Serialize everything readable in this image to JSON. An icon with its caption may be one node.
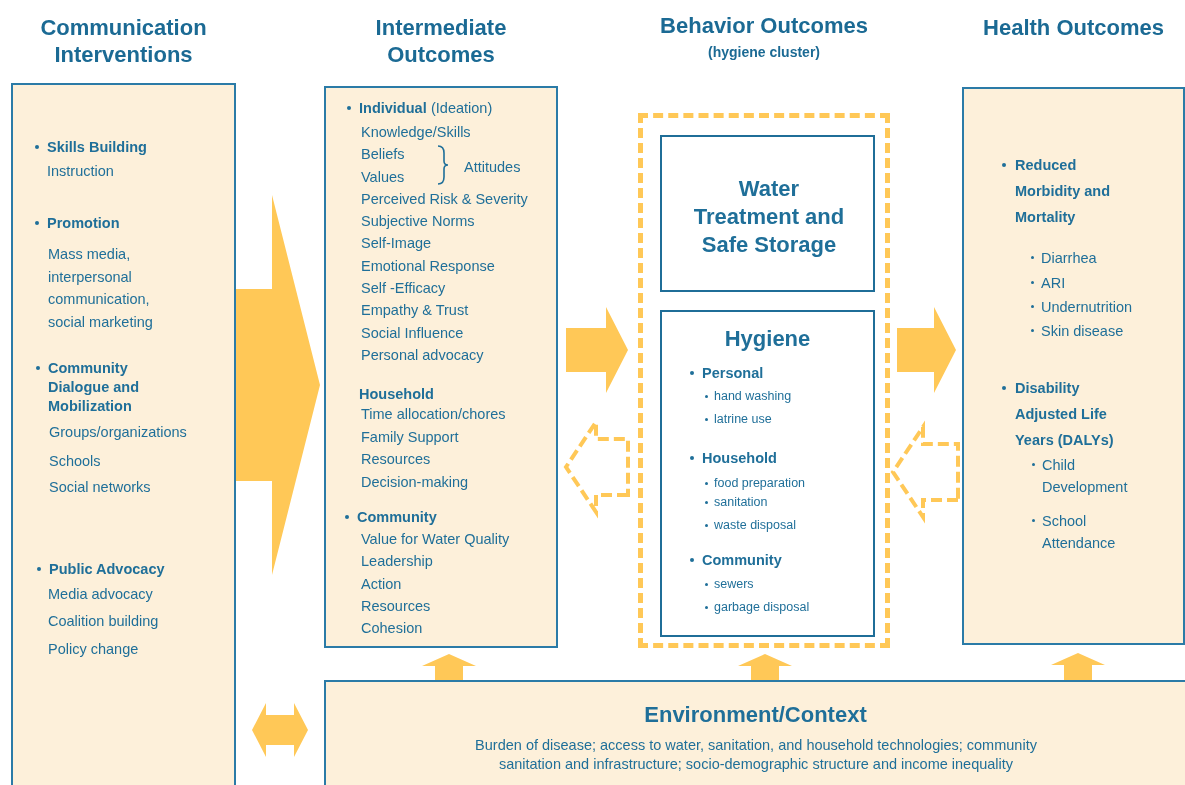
{
  "diagram": {
    "nodes": [
      {
        "text": [
          "Communication Interventions",
          "Skills Building",
          "Instruction",
          "Promotion",
          "Mass media, interpersonal communication, social marketing",
          "Community Dialogue and Mobilization",
          "Groups/organizations",
          "Schools",
          "Social networks",
          "Public Advocacy",
          "Media advocacy",
          "Coalition building",
          "Policy change"
        ]
      },
      {
        "text": [
          "Intermediate Outcomes",
          "Individual",
          "(Ideation)",
          "Knowledge/Skills",
          "Beliefs",
          "Values",
          "Attitudes",
          "Perceived Risk & Severity",
          "Subjective Norms",
          "Self-Image",
          "Emotional Response",
          "Self -Efficacy",
          "Empathy & Trust",
          "Social Influence",
          "Personal advocacy",
          "Household",
          "Time allocation/chores",
          "Family Support",
          "Resources",
          "Decision-making",
          "Community",
          "Value for Water Quality",
          "Leadership",
          "Action",
          "Resources",
          "Cohesion"
        ]
      },
      {
        "text": [
          "Behavior Outcomes",
          "(hygiene cluster)"
        ]
      },
      {
        "text": [
          "Water Treatment and Safe Storage"
        ],
        "in": 2
      },
      {
        "text": [
          "Hygiene",
          "Personal",
          "hand washing",
          "latrine use",
          "Household",
          "food preparation",
          "sanitation",
          "waste disposal",
          "Community",
          "sewers",
          "garbage disposal"
        ],
        "in": 2
      },
      {
        "text": [
          "Health Outcomes",
          "Reduced Morbidity and Mortality",
          "Diarrhea",
          "ARI",
          "Undernutrition",
          "Skin disease",
          "Disability Adjusted Life Years (DALYs)",
          "Child Development",
          "School Attendance"
        ]
      },
      {
        "text": [
          "Environment/Context",
          "Burden of disease; access to water, sanitation, and household technologies; community sanitation and infrastructure; socio-demographic structure and income inequality"
        ]
      }
    ],
    "edges": [
      {
        "from": 0,
        "to": 1,
        "arrow": "to"
      },
      {
        "from": 1,
        "to": 2,
        "arrow": "to"
      },
      {
        "from": 2,
        "to": 1,
        "arrow": "to",
        "style": "dashed"
      },
      {
        "from": 2,
        "to": 5,
        "arrow": "to"
      },
      {
        "from": 5,
        "to": 2,
        "arrow": "to",
        "style": "dashed"
      },
      {
        "from": 6,
        "to": 1,
        "arrow": "to"
      },
      {
        "from": 6,
        "to": 2,
        "arrow": "to"
      },
      {
        "from": 6,
        "to": 5,
        "arrow": "to"
      },
      {
        "from": 6,
        "to": 0,
        "arrow": "both"
      }
    ]
  }
}
